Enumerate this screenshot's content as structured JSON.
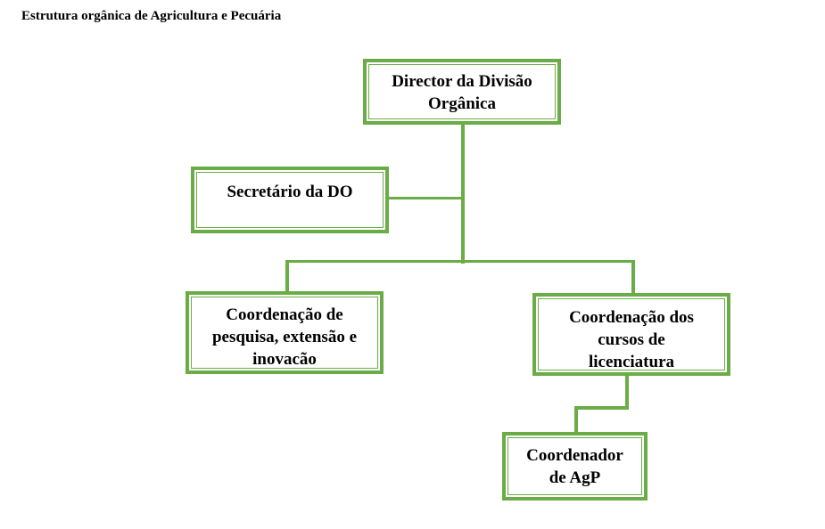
{
  "title": "Estrutura orgânica de Agricultura e Pecuária",
  "nodes": {
    "director": "Director da Divisão Orgânica",
    "secretario": "Secretário da DO",
    "pesquisa": "Coordenação de pesquisa, extensão e inovacão",
    "cursos": "Coordenação dos cursos de licenciatura",
    "agp": "Coordenador de AgP"
  },
  "colors": {
    "border": "#6aac46"
  }
}
